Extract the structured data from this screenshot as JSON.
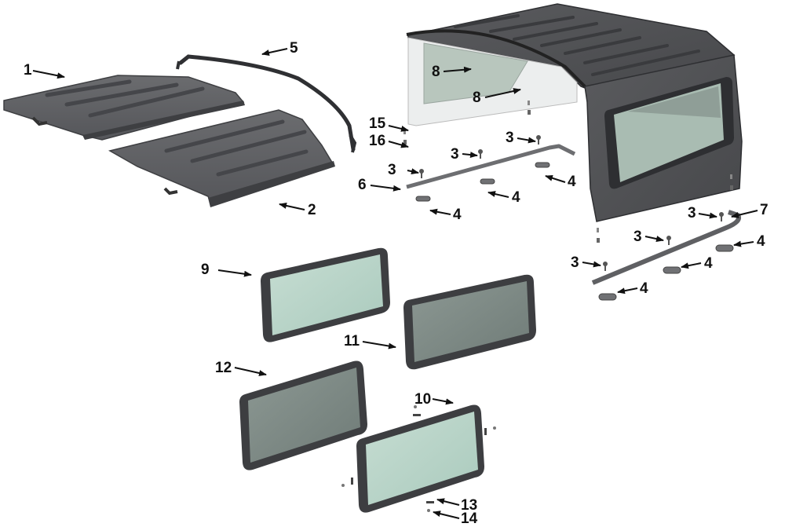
{
  "diagram": {
    "type": "exploded-parts-diagram",
    "subject": "Vehicle hardtop assembly",
    "colors": {
      "background": "#ffffff",
      "panel": "#5f6063",
      "panel_dark": "#3e3f42",
      "panel_rib": "#4a4b4e",
      "interior": "#eef0f0",
      "glass_clear": "#b9d3c8",
      "glass_tinted": "#7f8b87",
      "gasket": "#3b3c3f",
      "label": "#111111"
    },
    "callouts": [
      {
        "id": "c1",
        "number": "1",
        "part": "front-left-roof-panel"
      },
      {
        "id": "c2",
        "number": "2",
        "part": "front-right-roof-panel"
      },
      {
        "id": "c3a",
        "number": "3",
        "part": "bolt"
      },
      {
        "id": "c3b",
        "number": "3",
        "part": "bolt"
      },
      {
        "id": "c3c",
        "number": "3",
        "part": "bolt"
      },
      {
        "id": "c3d",
        "number": "3",
        "part": "bolt"
      },
      {
        "id": "c3e",
        "number": "3",
        "part": "bolt"
      },
      {
        "id": "c3f",
        "number": "3",
        "part": "bolt"
      },
      {
        "id": "c4a",
        "number": "4",
        "part": "clip"
      },
      {
        "id": "c4b",
        "number": "4",
        "part": "clip"
      },
      {
        "id": "c4c",
        "number": "4",
        "part": "clip"
      },
      {
        "id": "c4d",
        "number": "4",
        "part": "clip"
      },
      {
        "id": "c4e",
        "number": "4",
        "part": "clip"
      },
      {
        "id": "c4f",
        "number": "4",
        "part": "clip"
      },
      {
        "id": "c5",
        "number": "5",
        "part": "center-seal-bar"
      },
      {
        "id": "c6",
        "number": "6",
        "part": "left-side-seal"
      },
      {
        "id": "c7",
        "number": "7",
        "part": "right-side-seal"
      },
      {
        "id": "c8a",
        "number": "8",
        "part": "interior-fastener"
      },
      {
        "id": "c8b",
        "number": "8",
        "part": "interior-fastener"
      },
      {
        "id": "c9",
        "number": "9",
        "part": "rear-quarter-glass-clear"
      },
      {
        "id": "c10",
        "number": "10",
        "part": "rear-quarter-glass-clear-with-hardware"
      },
      {
        "id": "c11",
        "number": "11",
        "part": "rear-quarter-glass-tinted"
      },
      {
        "id": "c12",
        "number": "12",
        "part": "rear-quarter-glass-tinted"
      },
      {
        "id": "c13",
        "number": "13",
        "part": "glass-retainer"
      },
      {
        "id": "c14",
        "number": "14",
        "part": "glass-screw"
      },
      {
        "id": "c15",
        "number": "15",
        "part": "washer"
      },
      {
        "id": "c16",
        "number": "16",
        "part": "nut"
      }
    ]
  }
}
